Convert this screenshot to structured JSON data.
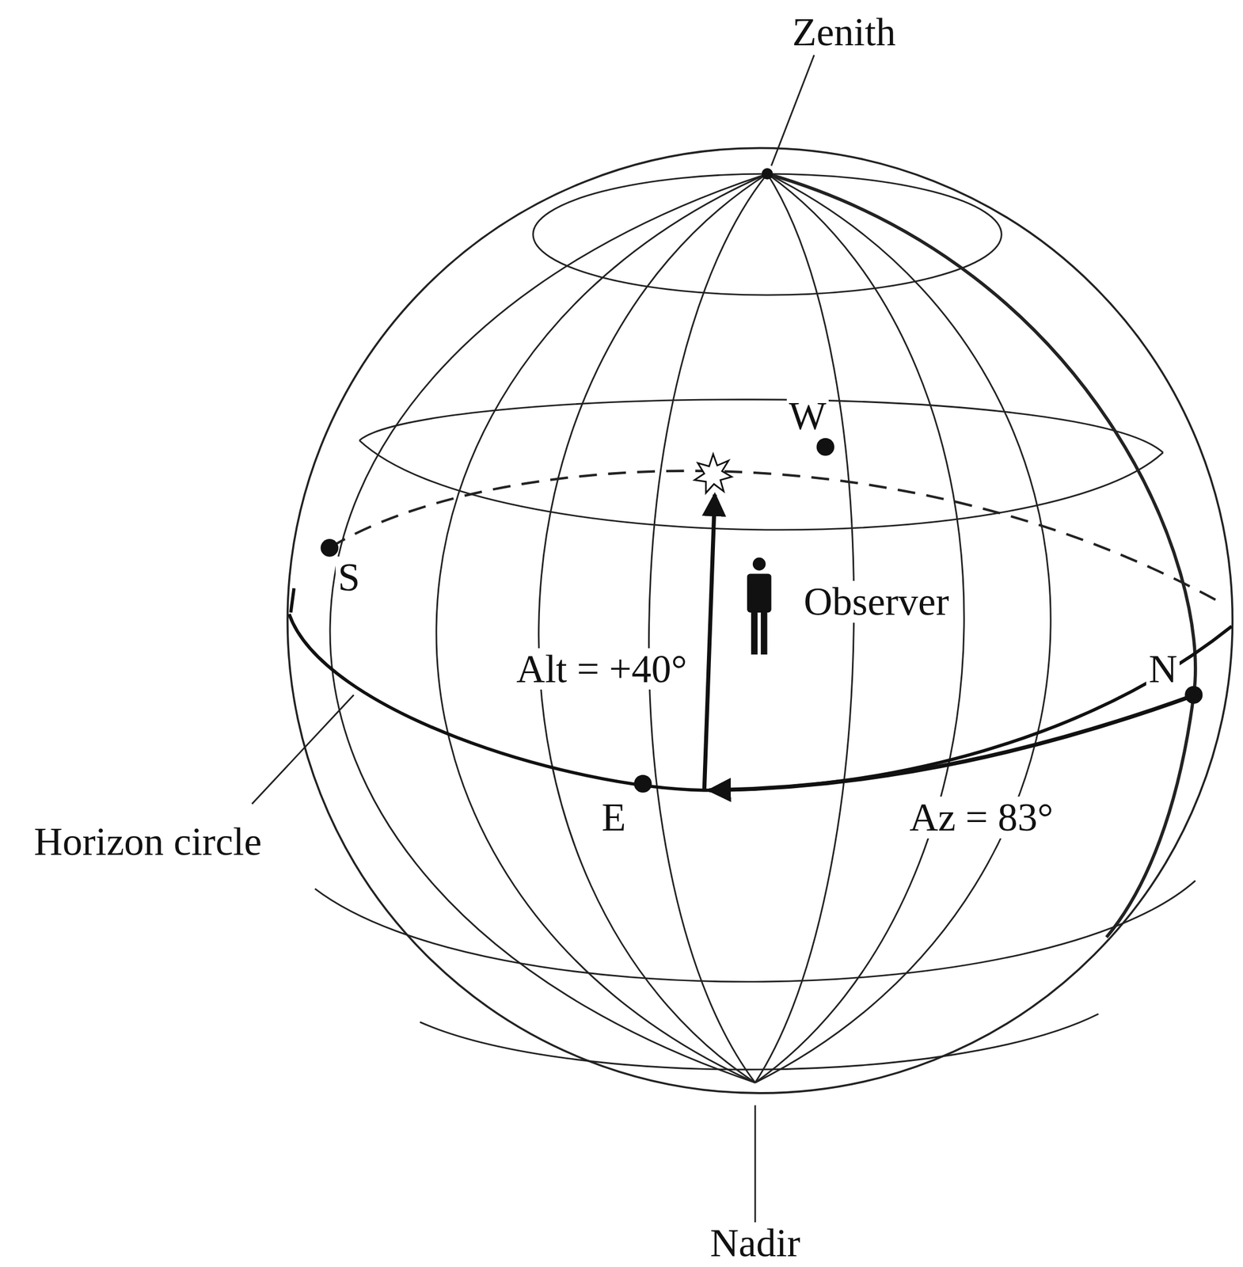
{
  "diagram": {
    "labels": [
      "Zenith",
      "W",
      "S",
      "Observer",
      "Alt = +40°",
      "N",
      "E",
      "Az = 83°",
      "Horizon circle",
      "Nadir"
    ]
  }
}
